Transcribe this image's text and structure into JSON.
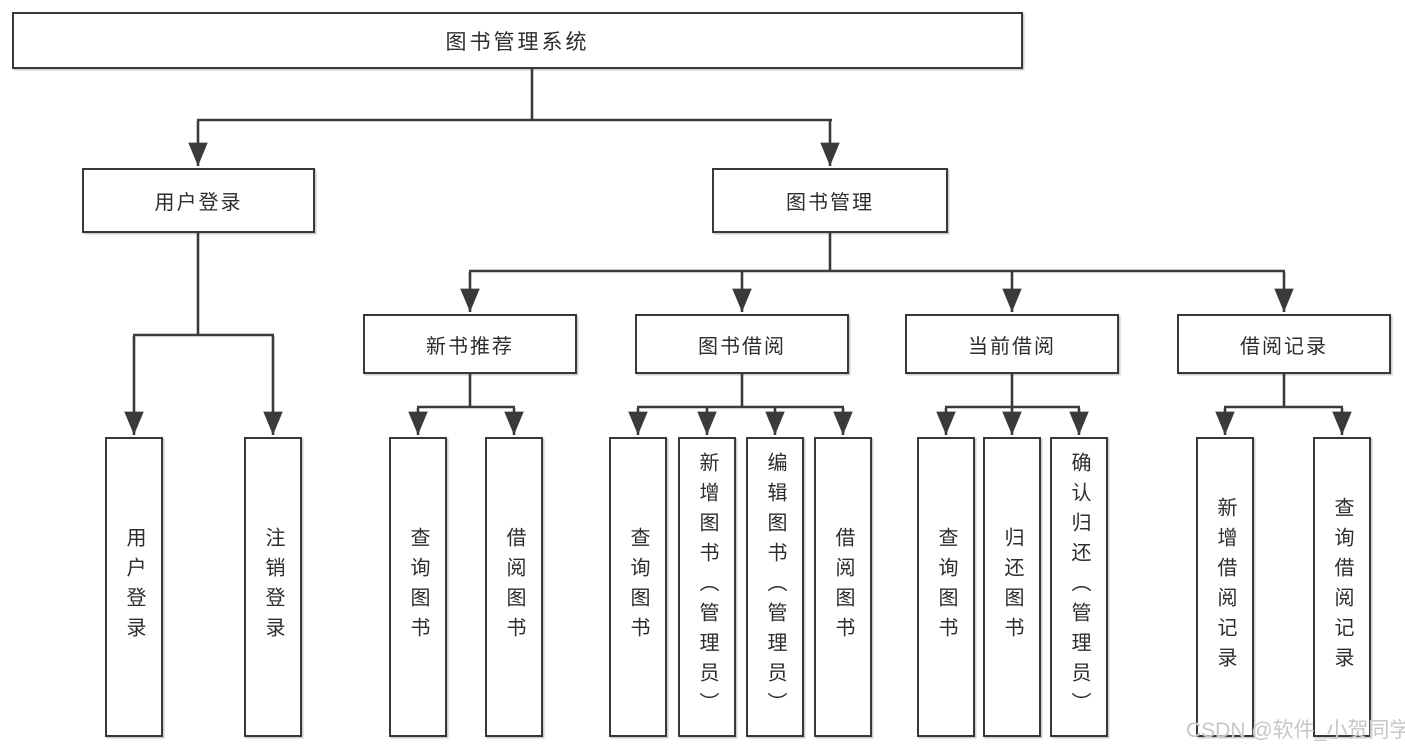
{
  "colors": {
    "line": "#3a3a3a",
    "box_border": "#383838",
    "box_fill": "#ffffff",
    "text": "#2d2d2d",
    "watermark": "#c7c7c7",
    "background": "#ffffff"
  },
  "root": {
    "label": "图书管理系统"
  },
  "branches": [
    {
      "label": "用户登录",
      "children": [
        {
          "label": "用户登录"
        },
        {
          "label": "注销登录"
        }
      ]
    },
    {
      "label": "图书管理",
      "groups": [
        {
          "label": "新书推荐",
          "children": [
            {
              "label": "查询图书"
            },
            {
              "label": "借阅图书"
            }
          ]
        },
        {
          "label": "图书借阅",
          "children": [
            {
              "label": "查询图书"
            },
            {
              "label": "新增图书（管理员）"
            },
            {
              "label": "编辑图书（管理员）"
            },
            {
              "label": "借阅图书"
            }
          ]
        },
        {
          "label": "当前借阅",
          "children": [
            {
              "label": "查询图书"
            },
            {
              "label": "归还图书"
            },
            {
              "label": "确认归还（管理员）"
            }
          ]
        },
        {
          "label": "借阅记录",
          "children": [
            {
              "label": "新增借阅记录"
            },
            {
              "label": "查询借阅记录"
            }
          ]
        }
      ]
    }
  ],
  "watermark": {
    "text": "CSDN @软件_小贺同学"
  }
}
